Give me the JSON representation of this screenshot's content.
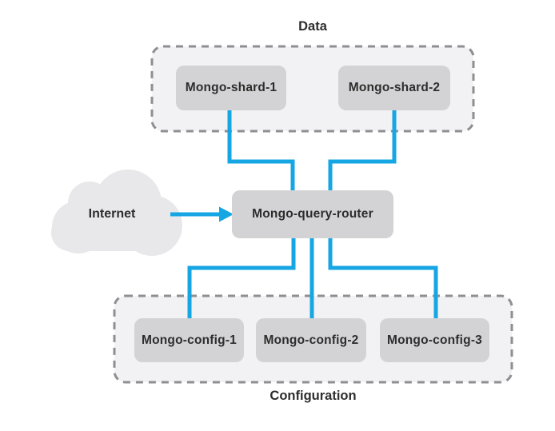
{
  "diagram": {
    "colors": {
      "background": "#ffffff",
      "connector_blue": "#16a6e3",
      "node_fill": "#d3d3d5",
      "group_fill": "#f2f2f4",
      "group_border": "#8f8f93",
      "cloud_fill": "#e8e8ea",
      "label_text": "#2d2d2d"
    },
    "internet": {
      "label": "Internet"
    },
    "router": {
      "label": "Mongo-query-router"
    },
    "groups": [
      {
        "id": "data",
        "label": "Data",
        "nodes": [
          "Mongo-shard-1",
          "Mongo-shard-2"
        ]
      },
      {
        "id": "configuration",
        "label": "Configuration",
        "nodes": [
          "Mongo-config-1",
          "Mongo-config-2",
          "Mongo-config-3"
        ]
      }
    ],
    "connections": [
      {
        "from": "Internet",
        "to": "Mongo-query-router",
        "style": "arrow"
      },
      {
        "from": "Mongo-shard-1",
        "to": "Mongo-query-router",
        "style": "line"
      },
      {
        "from": "Mongo-shard-2",
        "to": "Mongo-query-router",
        "style": "line"
      },
      {
        "from": "Mongo-query-router",
        "to": "Mongo-config-1",
        "style": "line"
      },
      {
        "from": "Mongo-query-router",
        "to": "Mongo-config-2",
        "style": "line"
      },
      {
        "from": "Mongo-query-router",
        "to": "Mongo-config-3",
        "style": "line"
      }
    ]
  }
}
